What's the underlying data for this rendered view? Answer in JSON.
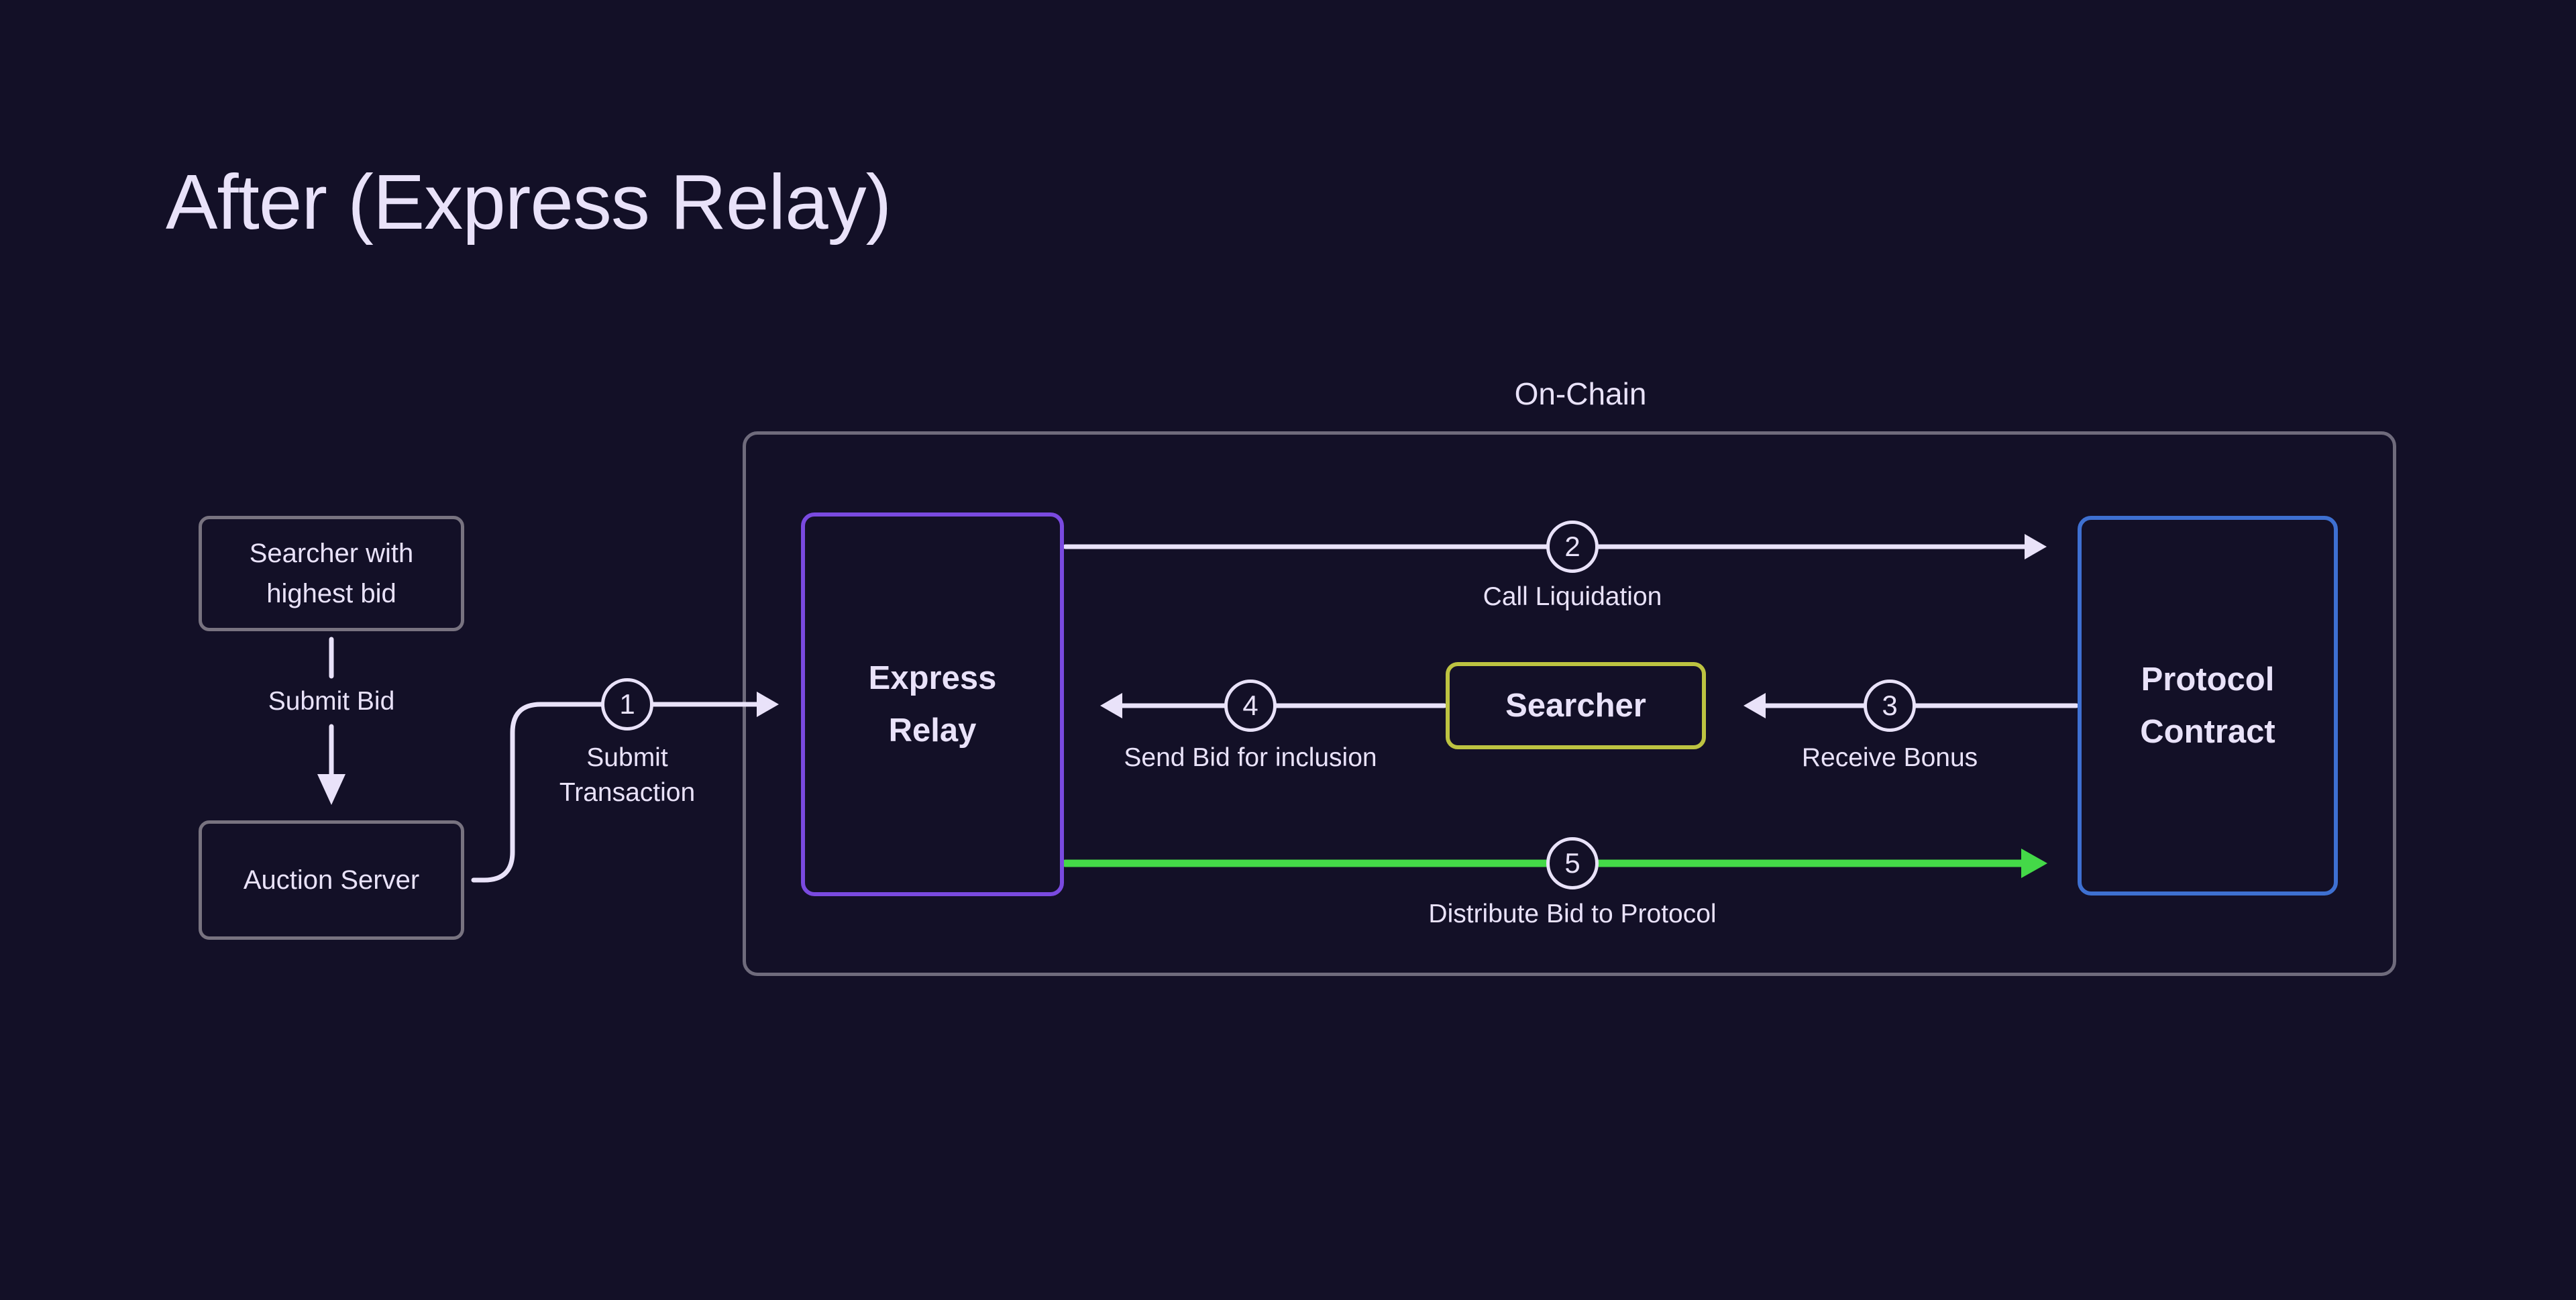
{
  "title": "After (Express Relay)",
  "onchain": {
    "label": "On-Chain"
  },
  "nodes": {
    "searcher_with_highest_bid": {
      "line1": "Searcher with",
      "line2": "highest bid"
    },
    "auction_server": {
      "label": "Auction Server"
    },
    "express_relay": {
      "line1": "Express",
      "line2": "Relay"
    },
    "searcher": {
      "label": "Searcher"
    },
    "protocol_contract": {
      "line1": "Protocol",
      "line2": "Contract"
    }
  },
  "edges": {
    "submit_bid": {
      "label": "Submit Bid"
    }
  },
  "steps": [
    {
      "number": "1",
      "line1": "Submit",
      "line2": "Transaction"
    },
    {
      "number": "2",
      "label": "Call Liquidation"
    },
    {
      "number": "3",
      "label": "Receive Bonus"
    },
    {
      "number": "4",
      "label": "Send Bid for inclusion"
    },
    {
      "number": "5",
      "label": "Distribute Bid to Protocol"
    }
  ],
  "colors": {
    "background": "#131027",
    "text": "#e9e2f9",
    "container_border": "#6f6b7c",
    "node_border_gray": "#787380",
    "express_relay_border": "#7a4ae0",
    "searcher_border": "#bdc341",
    "protocol_contract_border": "#3e70d1",
    "arrow": "#e9e2f9",
    "green_arrow": "#44d948"
  }
}
